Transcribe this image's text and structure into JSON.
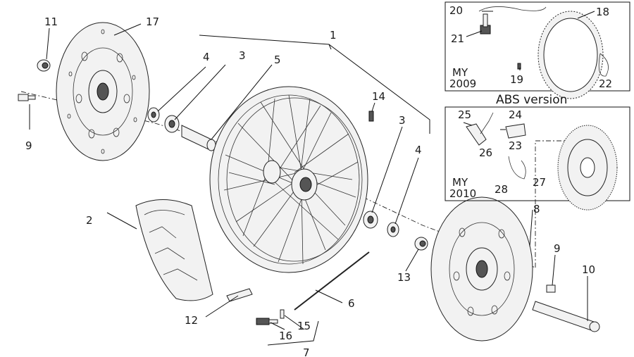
{
  "callouts": [
    {
      "id": "c1",
      "text": "1"
    },
    {
      "id": "c2",
      "text": "2"
    },
    {
      "id": "c3a",
      "text": "3"
    },
    {
      "id": "c3b",
      "text": "3"
    },
    {
      "id": "c4a",
      "text": "4"
    },
    {
      "id": "c4b",
      "text": "4"
    },
    {
      "id": "c5",
      "text": "5"
    },
    {
      "id": "c6",
      "text": "6"
    },
    {
      "id": "c7",
      "text": "7"
    },
    {
      "id": "c8",
      "text": "8"
    },
    {
      "id": "c9a",
      "text": "9"
    },
    {
      "id": "c9b",
      "text": "9"
    },
    {
      "id": "c10",
      "text": "10"
    },
    {
      "id": "c11",
      "text": "11"
    },
    {
      "id": "c12",
      "text": "12"
    },
    {
      "id": "c13",
      "text": "13"
    },
    {
      "id": "c14",
      "text": "14"
    },
    {
      "id": "c15",
      "text": "15"
    },
    {
      "id": "c16",
      "text": "16"
    },
    {
      "id": "c17",
      "text": "17"
    },
    {
      "id": "c18",
      "text": "18"
    },
    {
      "id": "c19",
      "text": "19"
    },
    {
      "id": "c20",
      "text": "20"
    },
    {
      "id": "c21",
      "text": "21"
    },
    {
      "id": "c22",
      "text": "22"
    },
    {
      "id": "c23",
      "text": "23"
    },
    {
      "id": "c24",
      "text": "24"
    },
    {
      "id": "c25",
      "text": "25"
    },
    {
      "id": "c26",
      "text": "26"
    },
    {
      "id": "c27",
      "text": "27"
    },
    {
      "id": "c28",
      "text": "28"
    }
  ],
  "abs_label": "ABS version",
  "box_2009": {
    "line1": "MY",
    "line2": "2009"
  },
  "box_2010": {
    "line1": "MY",
    "line2": "2010"
  }
}
